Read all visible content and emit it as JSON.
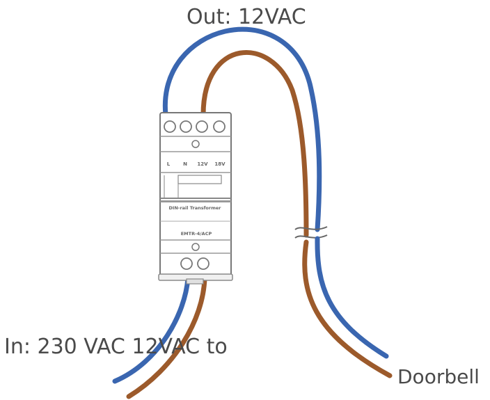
{
  "labels": {
    "output": "Out: 12VAC",
    "input": "In: 230 VAC 12VAC to",
    "destination": "Doorbell"
  },
  "device": {
    "terminal_markings": [
      "L",
      "N",
      "12V",
      "18V"
    ],
    "model_text": "DIN-rail Transformer",
    "part_text": "EMTR-4/ACP"
  },
  "colors": {
    "live_wire": "#9c5a2b",
    "neutral_wire": "#3a66b0",
    "device_body": "#ffffff",
    "device_outline": "#777777",
    "label_text": "#4a4a4a"
  }
}
